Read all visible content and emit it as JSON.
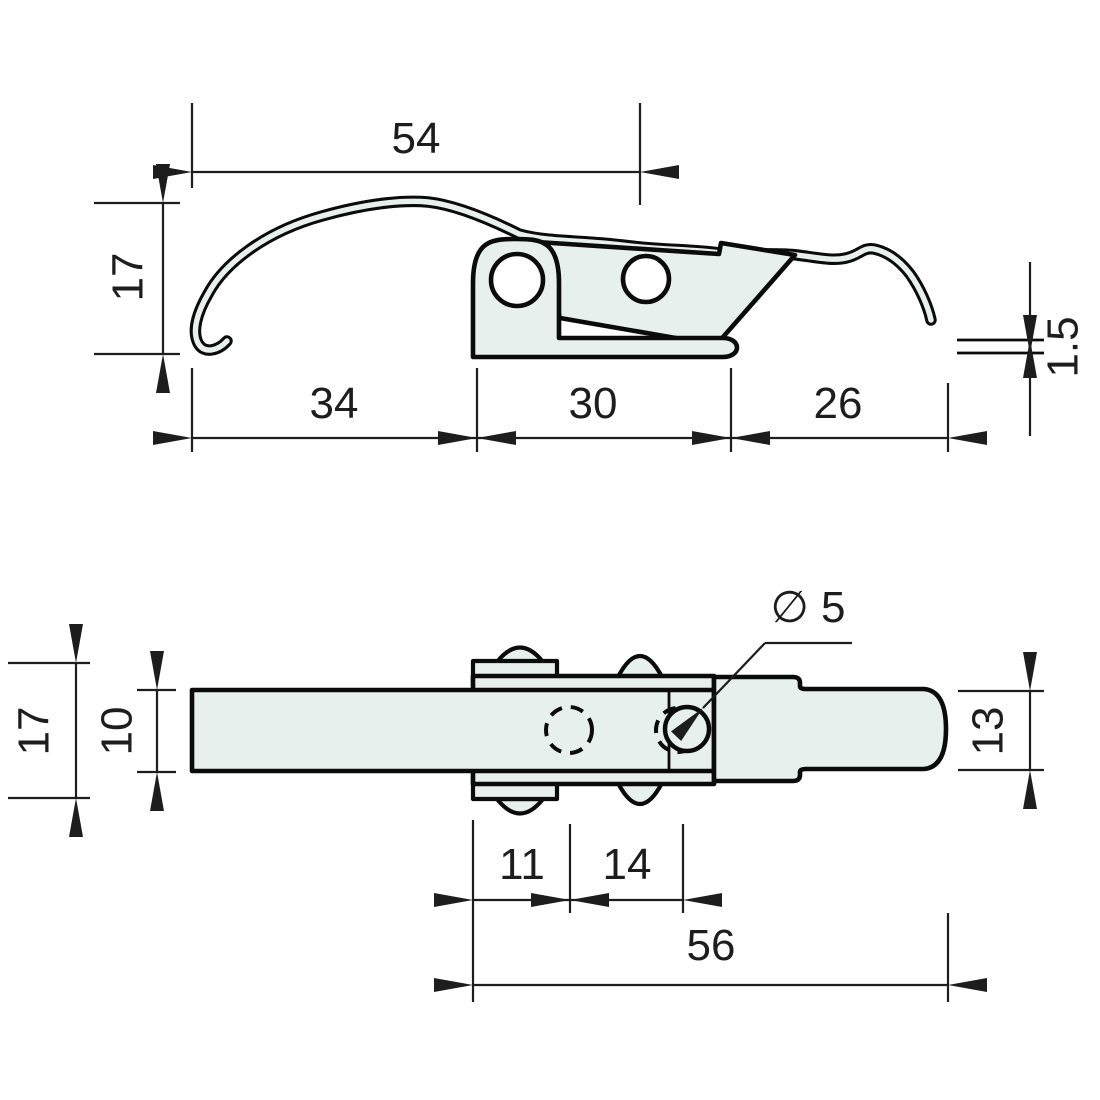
{
  "colors": {
    "part_fill": "#e7f0ec",
    "ink": "#0b0b0b",
    "dim": "#1d1d1d",
    "hole_fill": "#ffffff"
  },
  "side_view": {
    "span_to_pivot": "54",
    "height": "17",
    "hook_reach": "34",
    "base_length": "30",
    "tail_length": "26",
    "material_thickness": "1.5"
  },
  "plan_view": {
    "overall_width": "17",
    "strap_width": "10",
    "hole_diameter": "∅ 5",
    "tail_width": "13",
    "hole_offset": "11",
    "hole_pitch": "14",
    "base_length": "56"
  }
}
